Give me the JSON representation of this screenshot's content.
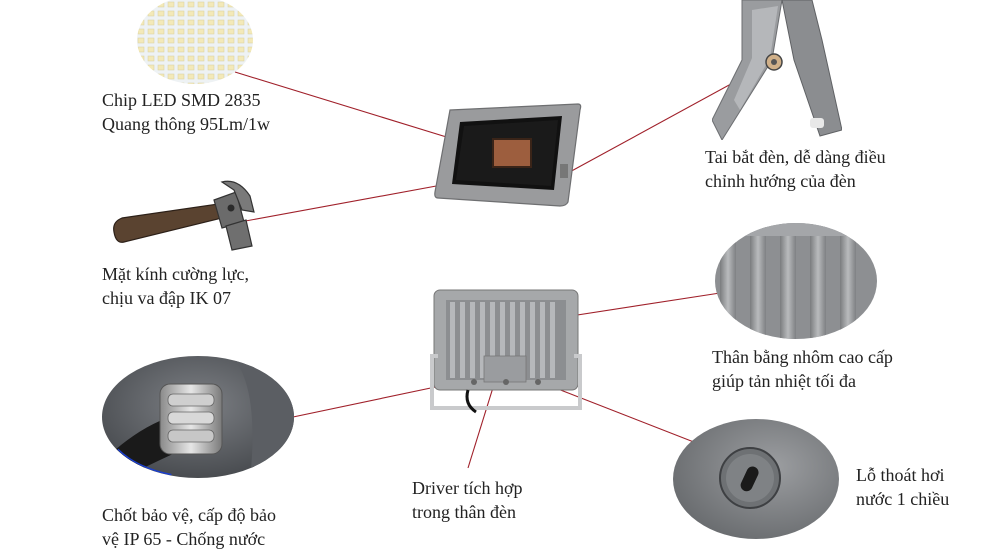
{
  "features": {
    "chip": {
      "line1": "Chip LED SMD 2835",
      "line2": "Quang thông 95Lm/1w"
    },
    "glass": {
      "line1": "Mặt kính cường lực,",
      "line2": "chịu va đập IK 07"
    },
    "seal": {
      "line1": "Chốt bảo vệ, cấp độ bảo",
      "line2": "vệ IP 65 - Chống nước"
    },
    "driver": {
      "line1": "Driver tích hợp",
      "line2": "trong thân đèn"
    },
    "bracket": {
      "line1": "Tai bắt đèn, dễ dàng điều",
      "line2": "chỉnh hướng của đèn"
    },
    "body": {
      "line1": "Thân bằng nhôm cao cấp",
      "line2": "giúp tản nhiệt tối đa"
    },
    "vent": {
      "line1": "Lỗ thoát hơi",
      "line2": "nước 1 chiều"
    }
  },
  "colors": {
    "leader_line": "#a0202a",
    "housing_gray": "#8e8f90",
    "lens_dark": "#111111",
    "hammer_handle": "#5a4330"
  },
  "icons": {
    "led_chip": "led-grid-icon",
    "hammer": "hammer-icon",
    "cable_gland": "cable-gland-icon",
    "bracket": "bracket-icon",
    "fins": "heatsink-fins-icon",
    "vent": "vent-plug-icon"
  }
}
